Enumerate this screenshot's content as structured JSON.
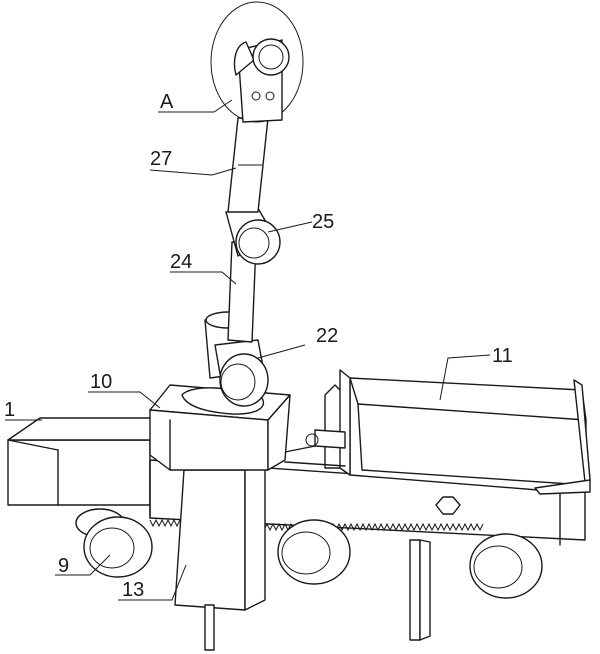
{
  "labels": {
    "A": "A",
    "n27": "27",
    "n25": "25",
    "n24": "24",
    "n22": "22",
    "n10": "10",
    "n11": "11",
    "n1": "1",
    "n9": "9",
    "n13": "13"
  }
}
